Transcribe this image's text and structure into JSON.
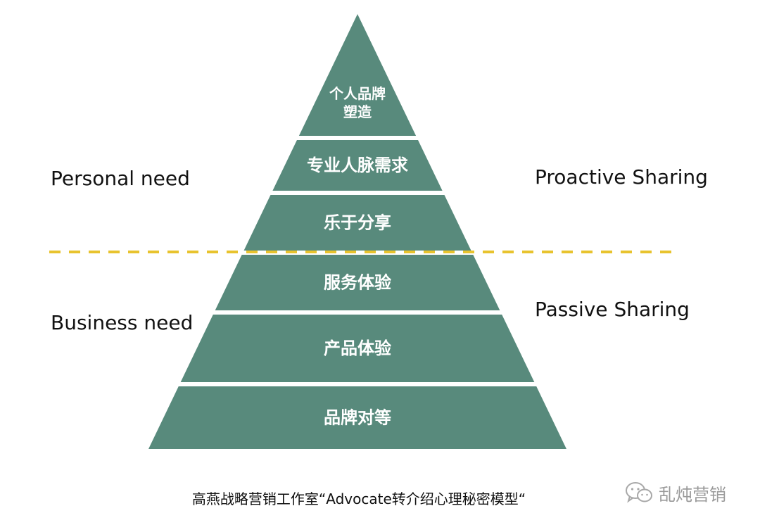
{
  "pyramid": {
    "fill": "#588a7c",
    "text_color": "#ffffff",
    "levels": [
      {
        "lines": [
          "个人品牌",
          "塑造"
        ]
      },
      {
        "lines": [
          "专业人脉需求"
        ]
      },
      {
        "lines": [
          "乐于分享"
        ]
      },
      {
        "lines": [
          "服务体验"
        ]
      },
      {
        "lines": [
          "产品体验"
        ]
      },
      {
        "lines": [
          "品牌对等"
        ]
      }
    ]
  },
  "divider": {
    "color": "#e8c32e"
  },
  "labels": {
    "personal_need": "Personal need",
    "business_need": "Business need",
    "proactive_sharing": "Proactive Sharing",
    "passive_sharing": "Passive Sharing"
  },
  "caption": "高燕战略营销工作室“Advocate转介绍心理秘密模型“",
  "watermark": {
    "text": "乱炖营销",
    "icon": "wechat-icon"
  }
}
